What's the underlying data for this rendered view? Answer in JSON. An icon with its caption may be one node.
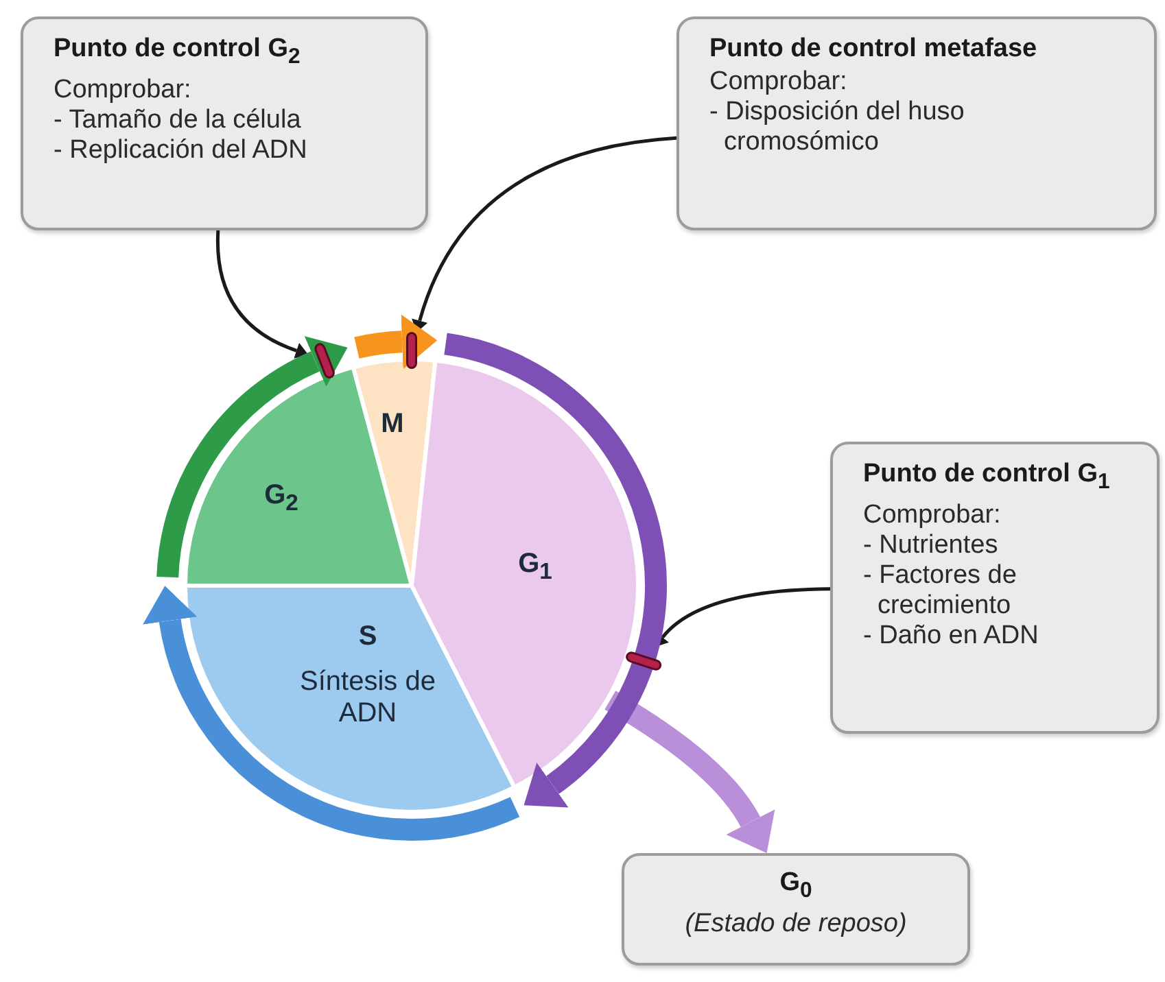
{
  "diagram": {
    "nodes": [
      {
        "text": [
          "Punto de control G$_{2}$",
          "Comprobar:",
          "- Tamaño de la célula",
          "- Replicación del ADN"
        ]
      },
      {
        "text": [
          "Punto de control metafase",
          "Comprobar:",
          "- Disposición del huso cromosómico"
        ]
      },
      {
        "text": [
          "Punto de control G$_{1}$",
          "Comprobar:",
          "- Nutrientes",
          "- Factores de crecimiento",
          "- Daño en ADN"
        ]
      },
      {
        "text": [
          "G$_{0}$",
          "(Estado de reposo)"
        ]
      },
      {
        "text": [
          "M"
        ]
      },
      {
        "text": [
          "G$_{2}$"
        ]
      },
      {
        "text": [
          "S",
          "Síntesis de ADN"
        ]
      },
      {
        "text": [
          "G$_{1}$"
        ]
      },
      {
        "text": [],
        "shape": "bar"
      },
      {
        "text": [],
        "shape": "bar"
      },
      {
        "text": [],
        "shape": "bar"
      }
    ],
    "edges": [
      {
        "from": 0,
        "to": 8,
        "arrow": "to"
      },
      {
        "from": 1,
        "to": 9,
        "arrow": "to"
      },
      {
        "from": 2,
        "to": 10,
        "arrow": "to"
      },
      {
        "from": null,
        "to": 3,
        "arrow": "to",
        "style": "thick",
        "color": "#b98fd9"
      }
    ]
  }
}
